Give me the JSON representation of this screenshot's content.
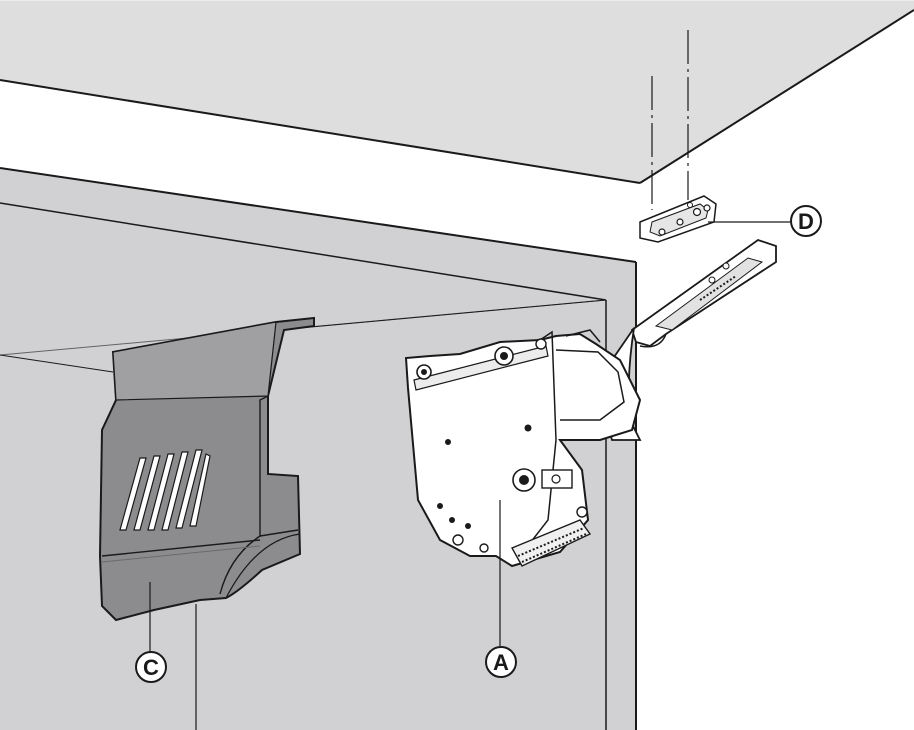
{
  "colors": {
    "cabinet_face": "#d1d1d3",
    "ceiling_face": "#dededf",
    "side_panel": "#cfcfd1",
    "cover_cap": "#8c8c8e",
    "mechanism": "#ffffff",
    "outline": "#1a1a1a"
  },
  "callouts": {
    "a": {
      "letter": "A",
      "target": "lift-mechanism"
    },
    "c": {
      "letter": "C",
      "target": "cover-cap"
    },
    "d": {
      "letter": "D",
      "target": "mounting-plate"
    }
  }
}
